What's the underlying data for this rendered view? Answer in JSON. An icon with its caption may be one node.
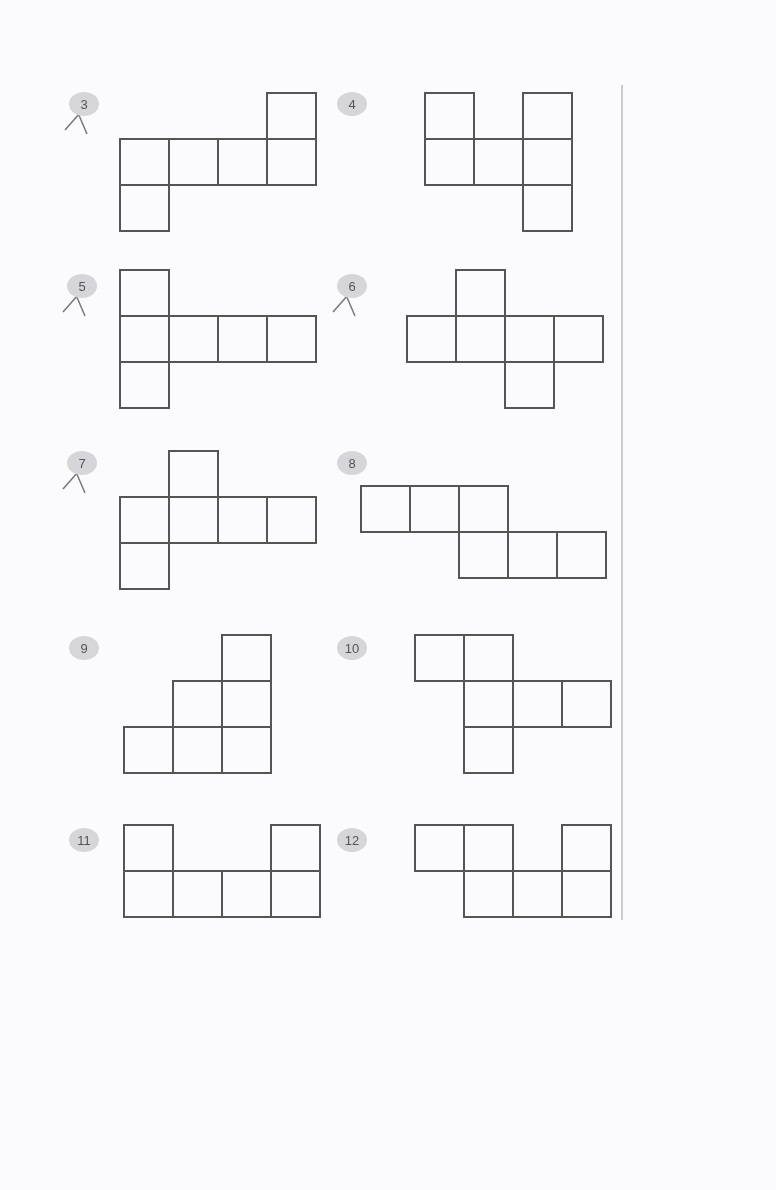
{
  "diagram": {
    "labels": [
      "3",
      "4",
      "5",
      "6",
      "7",
      "8",
      "9",
      "10",
      "11",
      "12"
    ]
  }
}
